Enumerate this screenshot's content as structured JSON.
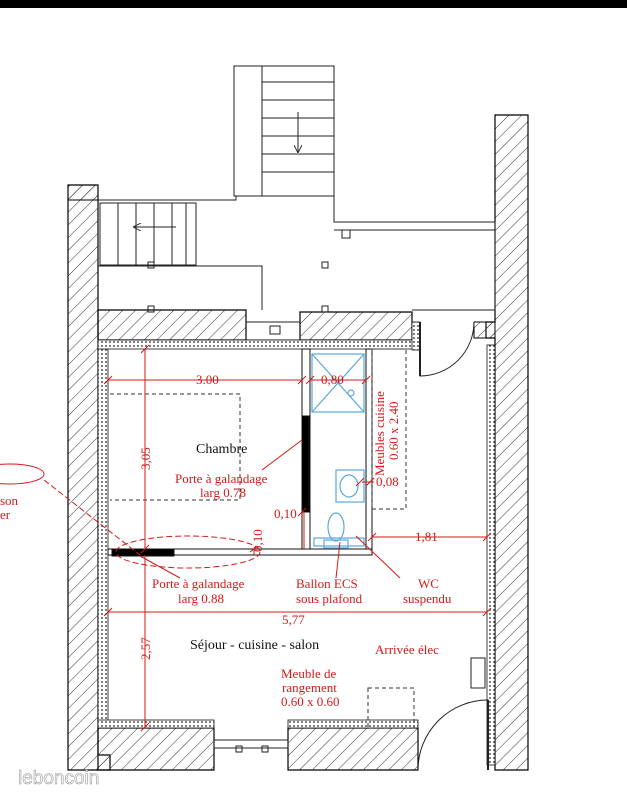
{
  "rooms": {
    "chambre": "Chambre",
    "sejour": "Séjour - cuisine - salon"
  },
  "dimensions": {
    "chambre_width": "3.00",
    "chambre_height": "3,05",
    "bath_width": "0,80",
    "wall_gap_1": "0,08",
    "wall_gap_2": "0,10",
    "wall_gap_3": "0,10",
    "corridor_width": "1,81",
    "total_width": "5,77",
    "sejour_height": "2,57"
  },
  "annotations": {
    "door_bedroom_line1": "Porte à galandage",
    "door_bedroom_line2": "larg 0.78",
    "door_sejour_line1": "Porte à galandage",
    "door_sejour_line2": "larg 0.88",
    "boiler_line1": "Ballon ECS",
    "boiler_line2": "sous plafond",
    "wc_line1": "WC",
    "wc_line2": "suspendu",
    "kitchen_furniture_line1": "Meubles cuisine",
    "kitchen_furniture_line2": "0.60 x 2.40",
    "electric": "Arrivée élec",
    "storage_line1": "Meuble de",
    "storage_line2": "rangement",
    "storage_line3": "0.60 x 0.60",
    "cut_left_line1": "son",
    "cut_left_line2": "er"
  },
  "watermark": "leboncoin",
  "colors": {
    "annotation": "#d41a1a",
    "wall": "#000000",
    "bathroom": "#5aa7dc",
    "door_panel": "#000000"
  }
}
